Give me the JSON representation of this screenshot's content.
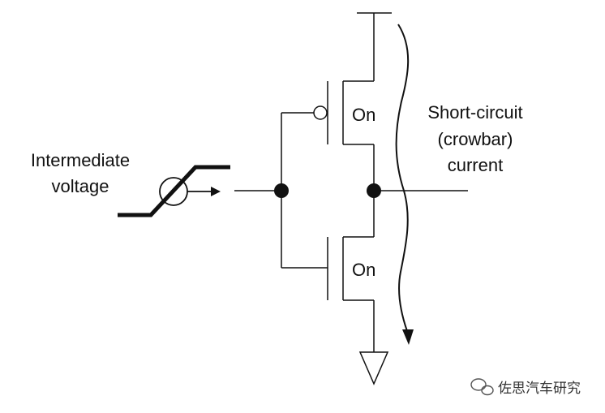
{
  "input": {
    "label_line1": "Intermediate",
    "label_line2": "voltage"
  },
  "transistors": {
    "pmos_state": "On",
    "nmos_state": "On"
  },
  "current": {
    "label_line1": "Short-circuit",
    "label_line2": "(crowbar)",
    "label_line3": "current"
  },
  "watermark": {
    "text": "佐思汽车研究"
  }
}
